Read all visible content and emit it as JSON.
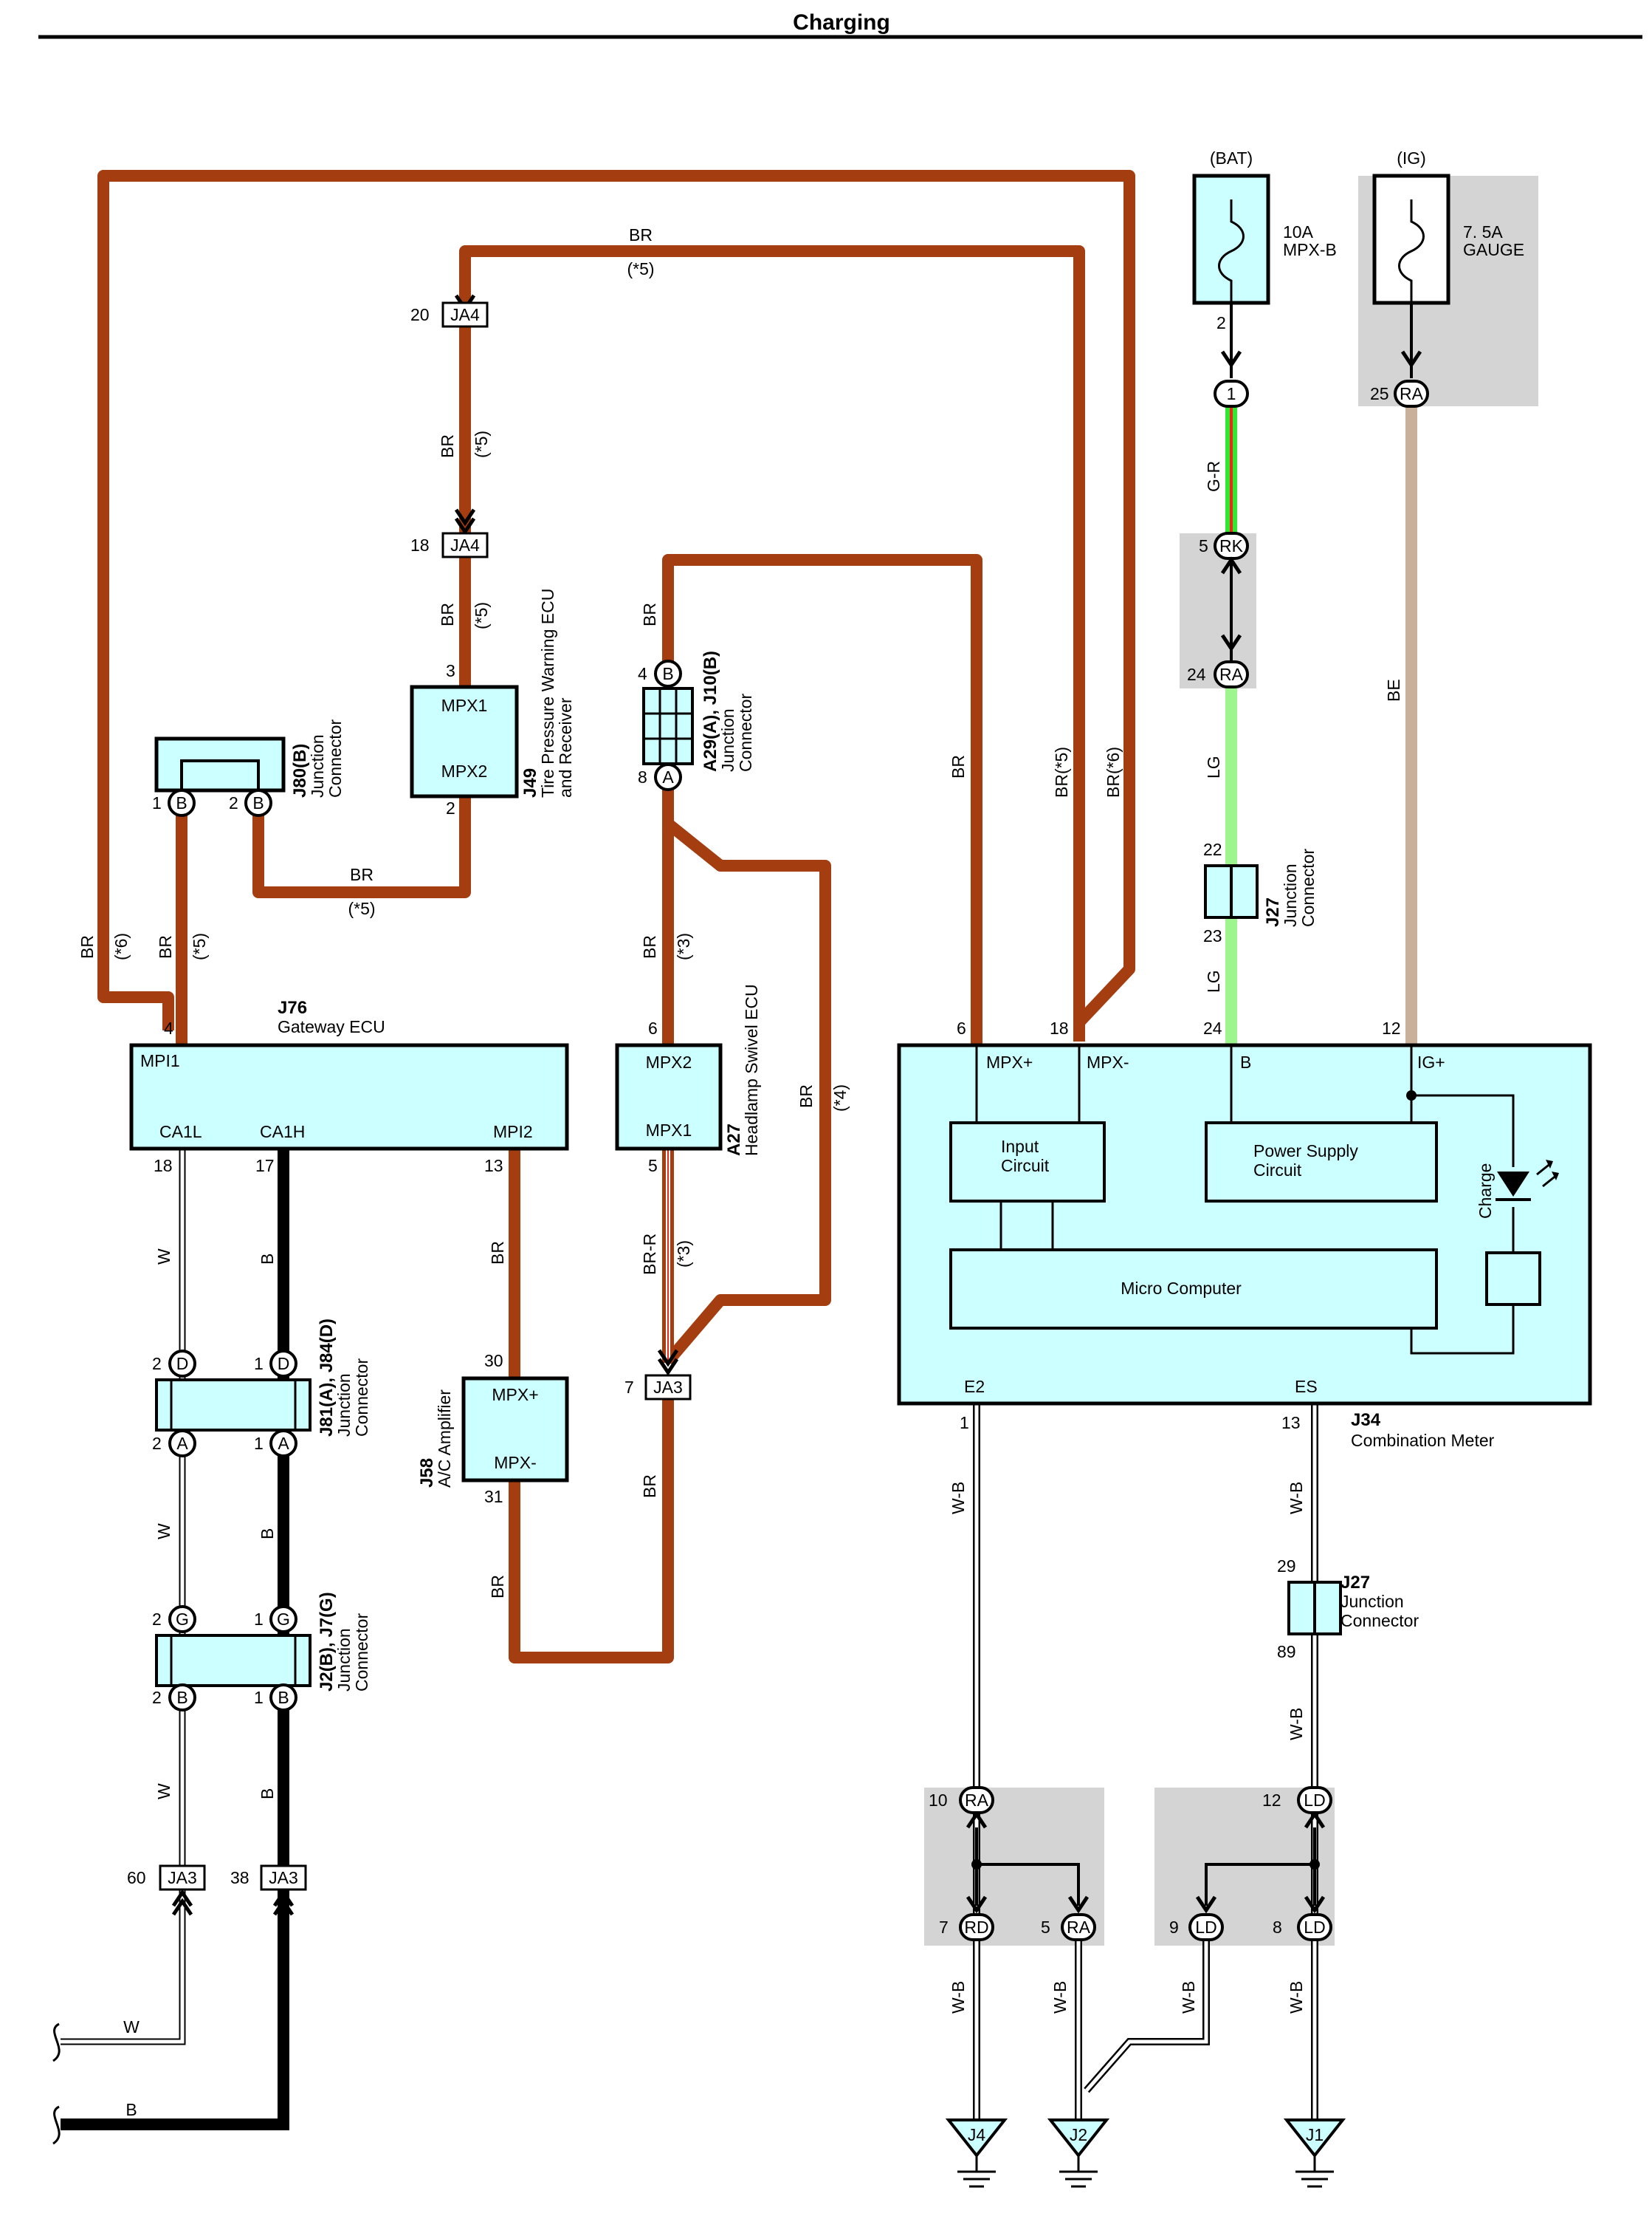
{
  "title": "Charging",
  "fuses": {
    "bat": {
      "supply": "(BAT)",
      "rating": "10A",
      "name": "MPX-B",
      "pin": "2"
    },
    "ig": {
      "supply": "(IG)",
      "rating": "7. 5A",
      "name": "GAUGE",
      "pin": "25",
      "conn": "RA"
    }
  },
  "wires": {
    "br": "BR",
    "br5": "BR(*5)",
    "br6": "BR(*6)",
    "br_r": "BR-R",
    "s3": "(*3)",
    "s4": "(*4)",
    "s5": "(*5)",
    "s6": "(*6)",
    "g_r": "G-R",
    "lg": "LG",
    "be": "BE",
    "w": "W",
    "b": "B",
    "w_b": "W-B"
  },
  "connectors": {
    "ja4": "JA4",
    "ja3": "JA3",
    "rk": "RK",
    "ra": "RA",
    "rd": "RD",
    "ld": "LD",
    "pin_b": "B",
    "pin_a": "A",
    "pin_d": "D",
    "pin_g": "G",
    "pin_1": "1"
  },
  "pins": {
    "p1": "1",
    "p2": "2",
    "p3": "3",
    "p4": "4",
    "p5": "5",
    "p6": "6",
    "p7": "7",
    "p8": "8",
    "p9": "9",
    "p10": "10",
    "p12": "12",
    "p13": "13",
    "p17": "17",
    "p18": "18",
    "p20": "20",
    "p22": "22",
    "p23": "23",
    "p24": "24",
    "p25": "25",
    "p29": "29",
    "p30": "30",
    "p31": "31",
    "p38": "38",
    "p60": "60",
    "p89": "89"
  },
  "components": {
    "j80": {
      "code": "J80(B)",
      "l1": "Junction",
      "l2": "Connector"
    },
    "j49": {
      "code": "J49",
      "l1": "Tire Pressure Warning ECU",
      "l2": "and Receiver",
      "p1": "MPX1",
      "p2": "MPX2"
    },
    "a29": {
      "code": "A29(A), J10(B)",
      "l1": "Junction",
      "l2": "Connector"
    },
    "j76": {
      "code": "J76",
      "name": "Gateway ECU",
      "mpi1": "MPI1",
      "ca1l": "CA1L",
      "ca1h": "CA1H",
      "mpi2": "MPI2"
    },
    "a27": {
      "code": "A27",
      "name": "Headlamp Swivel ECU",
      "p1": "MPX2",
      "p2": "MPX1"
    },
    "j81": {
      "code": "J81(A), J84(D)",
      "l1": "Junction",
      "l2": "Connector"
    },
    "j2": {
      "code": "J2(B), J7(G)",
      "l1": "Junction",
      "l2": "Connector"
    },
    "j58": {
      "code": "J58",
      "name": "A/C Amplifier",
      "p1": "MPX+",
      "p2": "MPX-"
    },
    "j27": {
      "code": "J27",
      "l1": "Junction",
      "l2": "Connector"
    },
    "j34": {
      "code": "J34",
      "name": "Combination Meter",
      "mpxp": "MPX+",
      "mpxm": "MPX-",
      "b": "B",
      "ig": "IG+",
      "input1": "Input",
      "input2": "Circuit",
      "power1": "Power Supply",
      "power2": "Circuit",
      "micro": "Micro Computer",
      "charge": "Charge",
      "e2": "E2",
      "es": "ES"
    },
    "grounds": {
      "j4": "J4",
      "j2": "J2",
      "j1": "J1"
    }
  }
}
